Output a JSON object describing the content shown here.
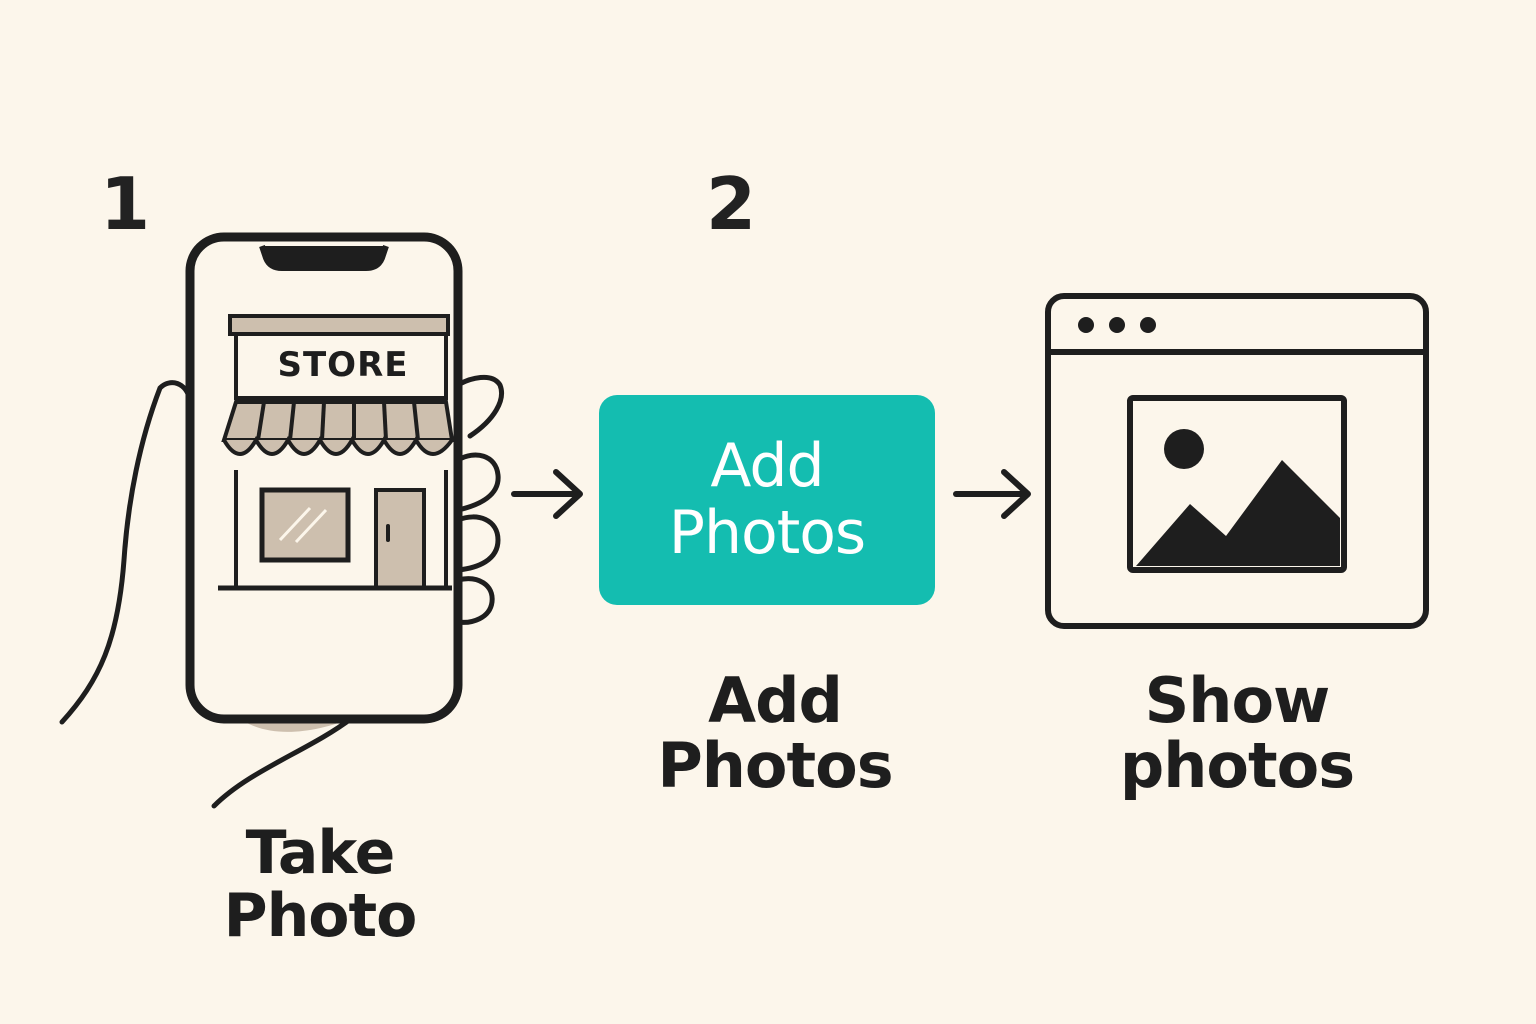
{
  "steps": [
    {
      "number": "1",
      "label": "Take Photo"
    },
    {
      "number": "2",
      "button_lines": [
        "Add",
        "Photos"
      ],
      "label_lines": [
        "Add",
        "Photos"
      ]
    },
    {
      "label_lines": [
        "Show",
        "photos"
      ]
    }
  ],
  "phone": {
    "store_sign": "STORE"
  },
  "icons": {
    "phone": "smartphone-icon",
    "hand": "hand-icon",
    "store": "storefront-icon",
    "arrow": "arrow-right-icon",
    "browser": "browser-window-icon",
    "image": "image-icon"
  },
  "colors": {
    "background": "#FCF6EB",
    "accent": "#14BDB0",
    "stroke": "#1E1E1E",
    "tan": "#CDBFAE"
  }
}
